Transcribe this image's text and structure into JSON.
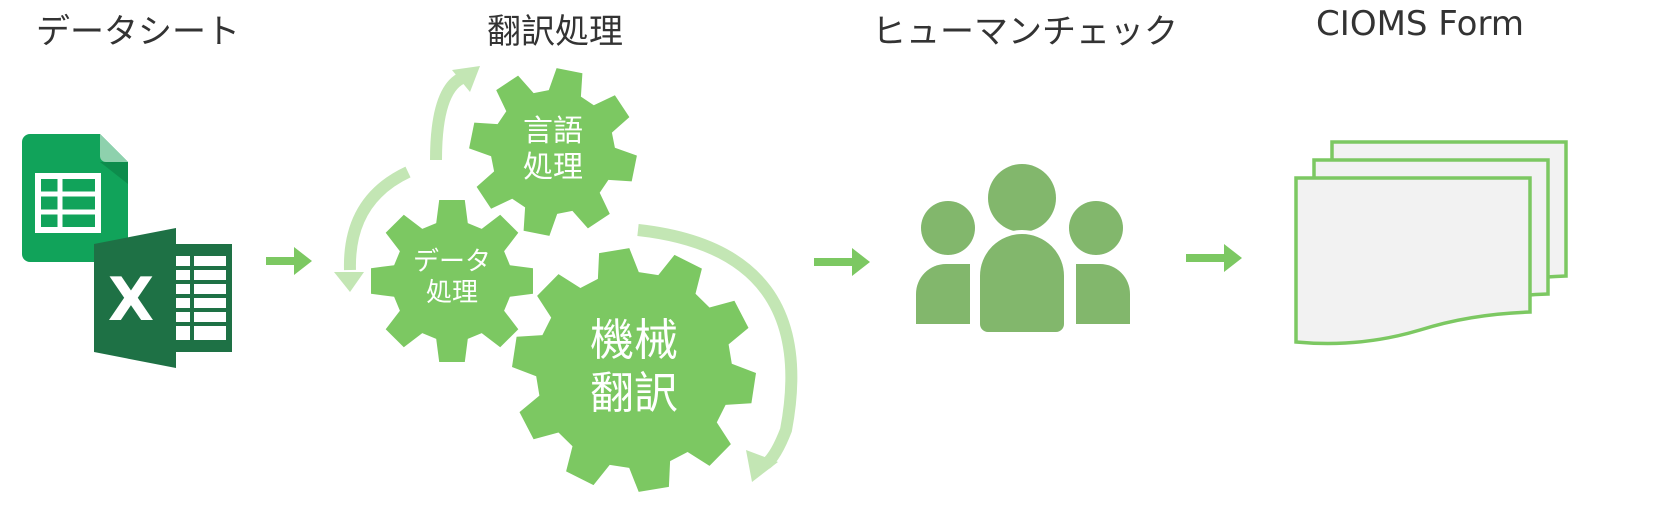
{
  "stages": [
    {
      "id": "data-sheet",
      "label": "データシート"
    },
    {
      "id": "translation-processing",
      "label": "翻訳処理"
    },
    {
      "id": "human-check",
      "label": "ヒューマンチェック"
    },
    {
      "id": "cioms-form",
      "label": "CIOMS Form"
    }
  ],
  "gears": {
    "language": {
      "line1": "言語",
      "line2": "処理"
    },
    "data": {
      "line1": "データ",
      "line2": "処理"
    },
    "machine": {
      "line1": "機械",
      "line2": "翻訳"
    }
  },
  "excel_letter": "X",
  "colors": {
    "gear": "#7cc862",
    "arrow": "#7cc862",
    "arc": "#c3e6b4",
    "people": "#82b76c",
    "excel": "#1e7145",
    "sheets": "#11a35a",
    "doc_border": "#7cc862",
    "doc_fill": "#f2f2f2"
  }
}
